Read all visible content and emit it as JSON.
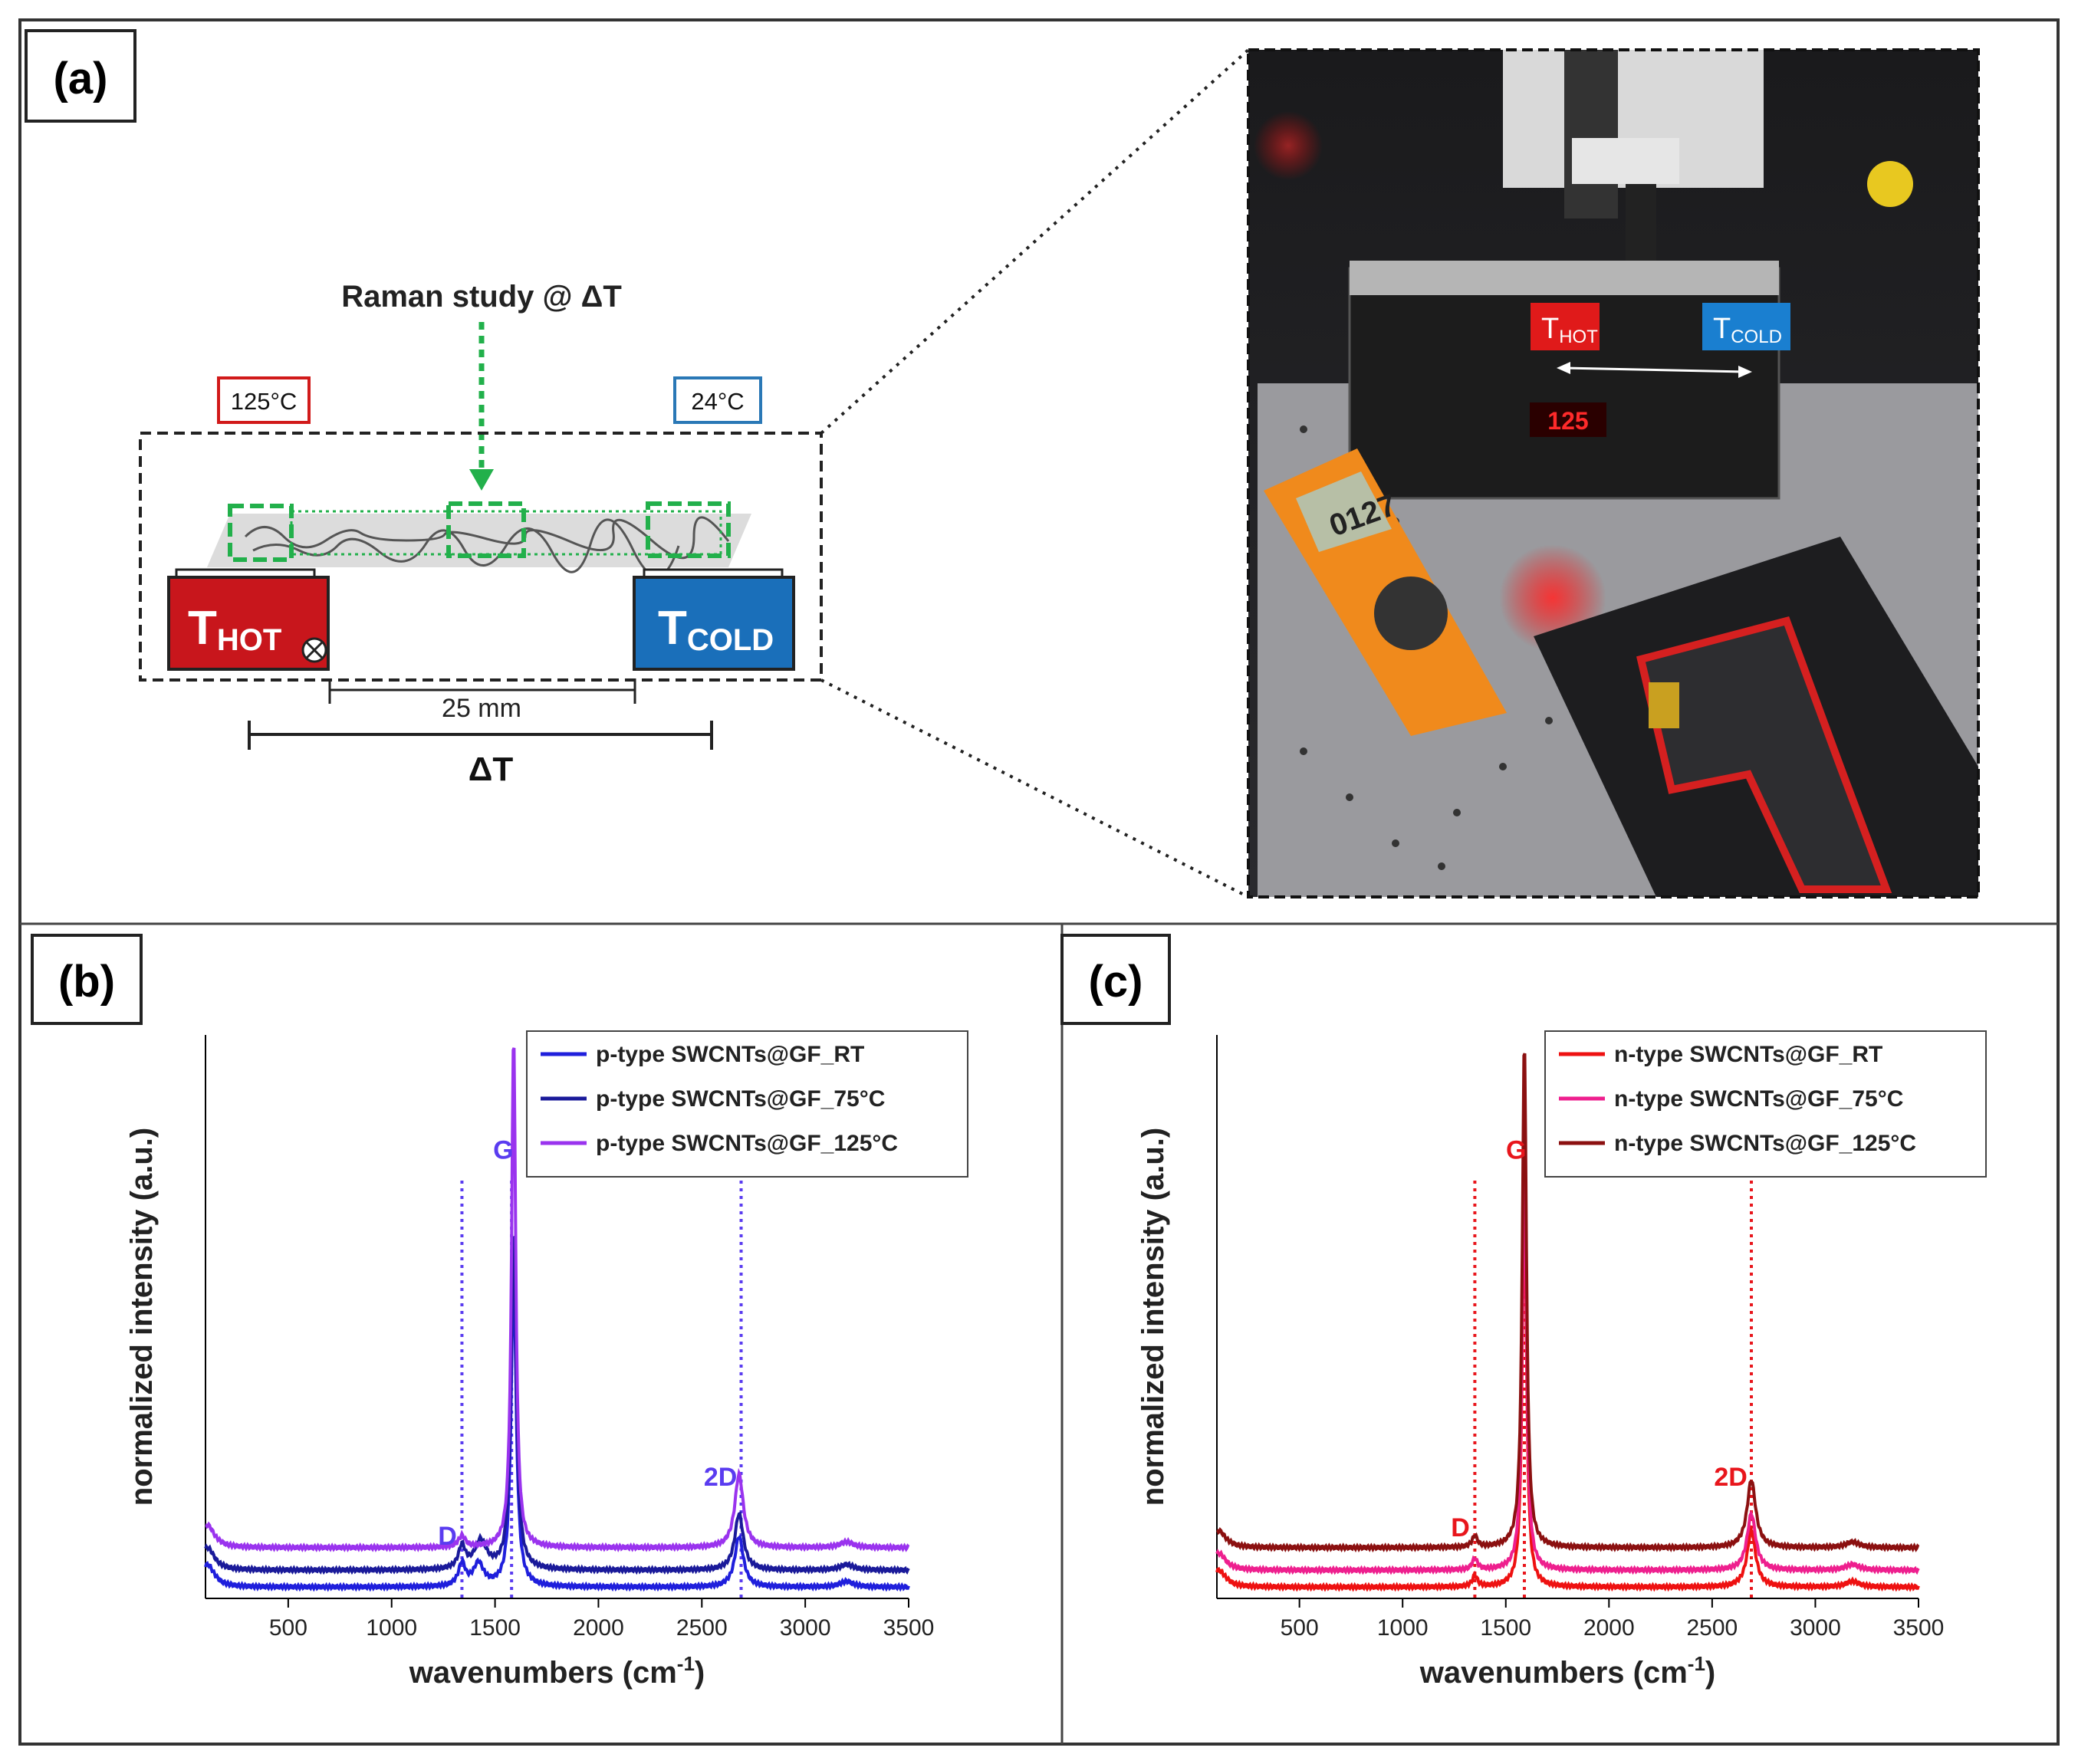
{
  "panel_a": {
    "label": "(a)",
    "raman_label": "Raman study @ ΔT",
    "hot_temp": "125°C",
    "cold_temp": "24°C",
    "hot_block": {
      "main": "T",
      "sub": "HOT"
    },
    "cold_block": {
      "main": "T",
      "sub": "COLD"
    },
    "distance": "25 mm",
    "delta_t": "ΔT",
    "photo": {
      "thot": {
        "main": "T",
        "sub": "HOT"
      },
      "tcold": {
        "main": "T",
        "sub": "COLD"
      },
      "meter": "0127",
      "heater_display": "125"
    },
    "colors": {
      "hot": "#c8161c",
      "cold": "#1a6fba",
      "green": "#22b04b"
    }
  },
  "chart_data": [
    {
      "panel": "(b)",
      "type": "line",
      "xlabel": "wavenumbers (cm",
      "xlabel_sup": "-1",
      "xlabel_end": ")",
      "ylabel": "normalized intensity (a.u.)",
      "xlim": [
        100,
        3500
      ],
      "xticks": [
        500,
        1000,
        1500,
        2000,
        2500,
        3000,
        3500
      ],
      "grid": false,
      "legend_position": "top-right",
      "peak_lines": [
        1340,
        1580,
        2690
      ],
      "peak_labels": [
        {
          "text": "D",
          "x": 1270,
          "level": 0.095
        },
        {
          "text": "G",
          "x": 1540,
          "level": 0.78
        },
        {
          "text": "2D",
          "x": 2590,
          "level": 0.2
        }
      ],
      "annotation_color": "#5a3cf0",
      "series": [
        {
          "name": "p-type SWCNTs@GF_RT",
          "color": "#1f1fdc",
          "baseline": 0.02,
          "peaks": [
            [
              110,
              40,
              0.04
            ],
            [
              1340,
              20,
              0.04
            ],
            [
              1420,
              30,
              0.04
            ],
            [
              1590,
              15,
              0.55
            ],
            [
              2680,
              25,
              0.09
            ],
            [
              3200,
              40,
              0.01
            ]
          ]
        },
        {
          "name": "p-type SWCNTs@GF_75°C",
          "color": "#1a1a9a",
          "baseline": 0.05,
          "peaks": [
            [
              110,
              40,
              0.04
            ],
            [
              1340,
              20,
              0.04
            ],
            [
              1430,
              35,
              0.05
            ],
            [
              1590,
              15,
              0.6
            ],
            [
              2680,
              25,
              0.1
            ],
            [
              3200,
              40,
              0.01
            ]
          ]
        },
        {
          "name": "p-type SWCNTs@GF_125°C",
          "color": "#9a33ee",
          "baseline": 0.09,
          "peaks": [
            [
              110,
              40,
              0.04
            ],
            [
              1340,
              20,
              0.02
            ],
            [
              1590,
              12,
              0.91
            ],
            [
              2680,
              25,
              0.13
            ],
            [
              3200,
              40,
              0.01
            ]
          ]
        }
      ]
    },
    {
      "panel": "(c)",
      "type": "line",
      "xlabel": "wavenumbers (cm",
      "xlabel_sup": "-1",
      "xlabel_end": ")",
      "ylabel": "normalized intensity (a.u.)",
      "xlim": [
        100,
        3500
      ],
      "xticks": [
        500,
        1000,
        1500,
        2000,
        2500,
        3000,
        3500
      ],
      "grid": false,
      "legend_position": "top-right",
      "peak_lines": [
        1350,
        1590,
        2690
      ],
      "peak_labels": [
        {
          "text": "D",
          "x": 1280,
          "level": 0.11
        },
        {
          "text": "G",
          "x": 1550,
          "level": 0.78
        },
        {
          "text": "2D",
          "x": 2590,
          "level": 0.2
        }
      ],
      "annotation_color": "#e8161c",
      "series": [
        {
          "name": "n-type SWCNTs@GF_RT",
          "color": "#ee1111",
          "baseline": 0.02,
          "peaks": [
            [
              110,
              40,
              0.03
            ],
            [
              1350,
              15,
              0.02
            ],
            [
              1590,
              12,
              0.72
            ],
            [
              2690,
              25,
              0.1
            ],
            [
              3180,
              40,
              0.01
            ]
          ]
        },
        {
          "name": "n-type SWCNTs@GF_75°C",
          "color": "#ee1f8e",
          "baseline": 0.05,
          "peaks": [
            [
              110,
              40,
              0.03
            ],
            [
              1350,
              15,
              0.02
            ],
            [
              1590,
              12,
              0.75
            ],
            [
              2690,
              25,
              0.1
            ],
            [
              3180,
              40,
              0.01
            ]
          ]
        },
        {
          "name": "n-type SWCNTs@GF_125°C",
          "color": "#8b1010",
          "baseline": 0.09,
          "peaks": [
            [
              110,
              40,
              0.03
            ],
            [
              1350,
              15,
              0.02
            ],
            [
              1590,
              12,
              0.9
            ],
            [
              2690,
              25,
              0.12
            ],
            [
              3180,
              40,
              0.01
            ]
          ]
        }
      ]
    }
  ]
}
